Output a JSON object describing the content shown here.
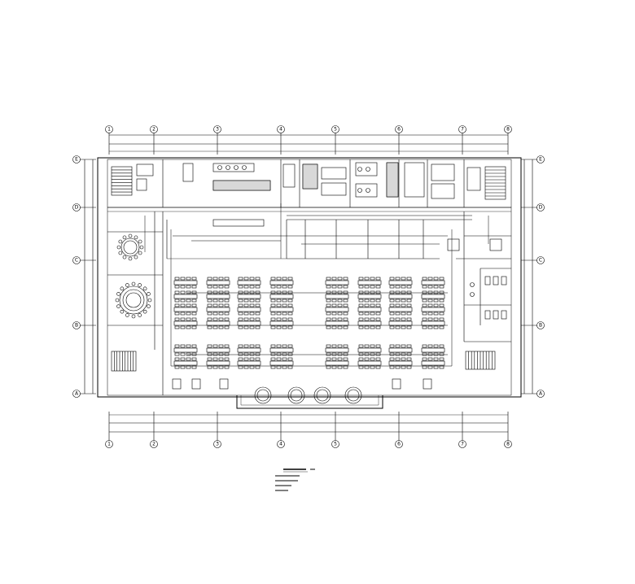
{
  "axes": {
    "columns": [
      "1",
      "2",
      "3",
      "4",
      "5",
      "6",
      "7",
      "8"
    ],
    "rows": [
      "E",
      "D",
      "C",
      "B",
      "A"
    ]
  },
  "dimensions": {
    "overall_top": "",
    "overall_bottom": ""
  },
  "rooms": {
    "kitchen_label": "",
    "dining_label": "",
    "vip_label": ""
  },
  "legend": {
    "title": "",
    "scale": "",
    "notes": [
      "",
      "",
      "",
      ""
    ]
  }
}
